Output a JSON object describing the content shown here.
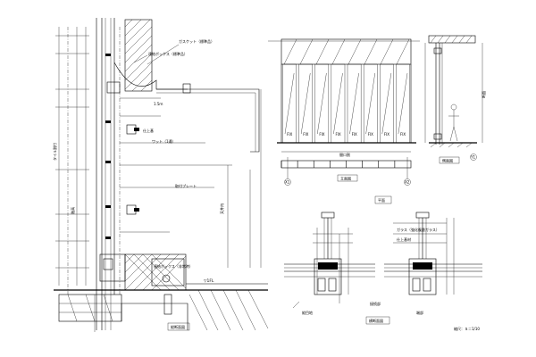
{
  "drawing": {
    "section": {
      "callout_top": "ガスケット（標準品）",
      "callout_upper_left": "連結ボックス（標準品）",
      "label_1": "1.5ｍ",
      "label_2": "仕上基",
      "label_3": "ワット（1通）",
      "label_4": "取付プレート",
      "label_bottom_box": "連結ボックス（非常時）",
      "level_mark": "▽1FL",
      "vertical_dim_left": "タイル割付",
      "vertical_dim_left2": "階高",
      "vertical_dim_right": "天井内",
      "title": "縦断面図"
    },
    "elevation": {
      "panel_labels": [
        "FIX",
        "FIX",
        "FIX",
        "FIX",
        "FIX",
        "FIX",
        "FIX",
        "FIX"
      ],
      "dim_top": "間口割",
      "grid_left": "X1",
      "grid_right": "X2",
      "title": "立面図"
    },
    "side": {
      "label": "断面",
      "title": "側面図",
      "grid": "Y1"
    },
    "plan": {
      "label_top": "平面",
      "label_1": "ガラス（強化複層ガラス）",
      "label_2": "仕上基材",
      "title_left": "縦目地",
      "title_mid": "接続部",
      "title_right": "端部",
      "title_main": "横断面図"
    },
    "scale_note": "縮尺：Ｓ＝1/10"
  }
}
